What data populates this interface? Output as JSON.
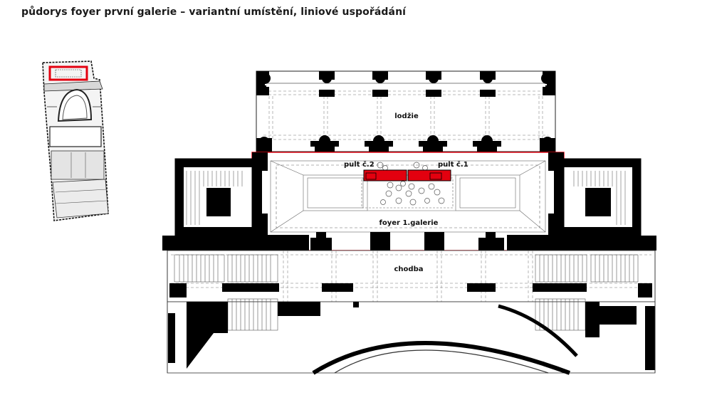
{
  "title": "půdorys foyer první galerie – variantní umístění, liniové uspořádání",
  "labels": {
    "lodzie": "lodžie",
    "pult2": "pult č.2",
    "pult1": "pult č.1",
    "foyer": "foyer 1.galerie",
    "chodba": "chodba"
  },
  "colors": {
    "highlight": "#e3000f",
    "wall": "#000000",
    "line": "#333333"
  }
}
